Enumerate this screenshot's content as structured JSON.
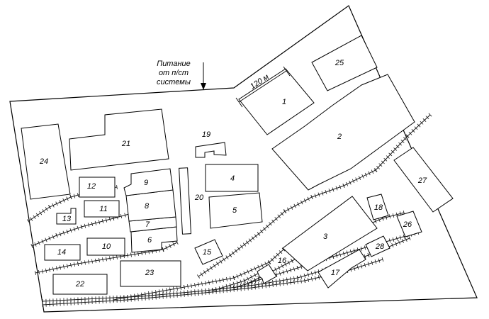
{
  "power_note": {
    "line1": "Питание",
    "line2": "от п/ст",
    "line3": "системы"
  },
  "scale_label": "120 м",
  "buildings": [
    {
      "id": "1",
      "label": "1"
    },
    {
      "id": "2",
      "label": "2"
    },
    {
      "id": "3",
      "label": "3"
    },
    {
      "id": "4",
      "label": "4"
    },
    {
      "id": "5",
      "label": "5"
    },
    {
      "id": "6",
      "label": "6"
    },
    {
      "id": "7",
      "label": "7"
    },
    {
      "id": "8",
      "label": "8"
    },
    {
      "id": "9",
      "label": "9"
    },
    {
      "id": "10",
      "label": "10"
    },
    {
      "id": "11",
      "label": "11"
    },
    {
      "id": "12",
      "label": "12"
    },
    {
      "id": "13",
      "label": "13"
    },
    {
      "id": "14",
      "label": "14"
    },
    {
      "id": "15",
      "label": "15"
    },
    {
      "id": "16",
      "label": "16"
    },
    {
      "id": "17",
      "label": "17"
    },
    {
      "id": "18",
      "label": "18"
    },
    {
      "id": "19",
      "label": "19"
    },
    {
      "id": "20",
      "label": "20"
    },
    {
      "id": "21",
      "label": "21"
    },
    {
      "id": "22",
      "label": "22"
    },
    {
      "id": "23",
      "label": "23"
    },
    {
      "id": "24",
      "label": "24"
    },
    {
      "id": "25",
      "label": "25"
    },
    {
      "id": "26",
      "label": "26"
    },
    {
      "id": "27",
      "label": "27"
    },
    {
      "id": "28",
      "label": "28"
    }
  ]
}
